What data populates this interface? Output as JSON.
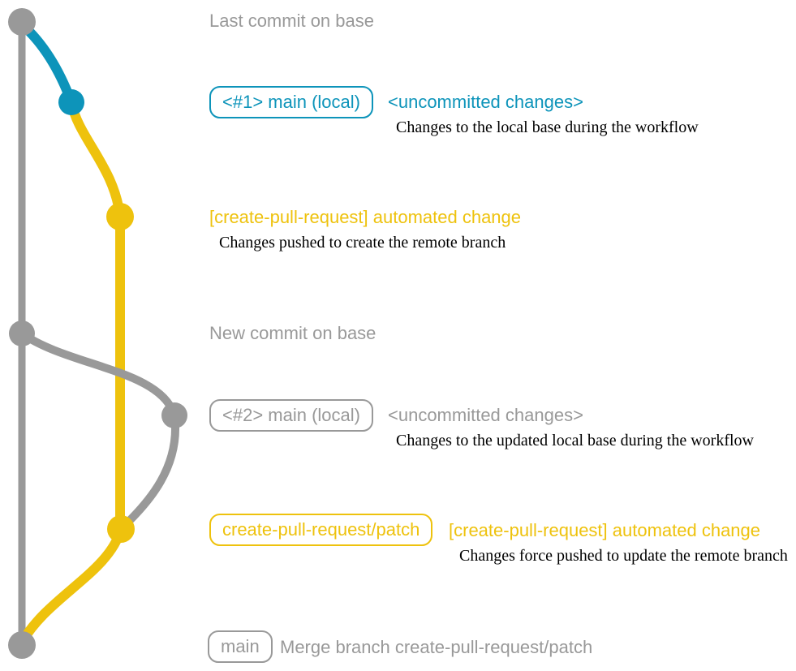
{
  "colors": {
    "gray": "#999999",
    "blue": "#0d94ba",
    "yellow": "#eec20d",
    "desc": "#000000",
    "bg": "#ffffff"
  },
  "graph": {
    "branches": [
      "base",
      "main (local)",
      "create-pull-request/patch"
    ],
    "commits": [
      {
        "name": "last-commit-on-base",
        "color": "gray"
      },
      {
        "name": "uncommitted-changes-1",
        "color": "blue"
      },
      {
        "name": "automated-change-1",
        "color": "yellow"
      },
      {
        "name": "new-commit-on-base",
        "color": "gray"
      },
      {
        "name": "uncommitted-changes-2",
        "color": "gray"
      },
      {
        "name": "automated-change-2",
        "color": "yellow"
      },
      {
        "name": "merge-commit",
        "color": "gray"
      }
    ]
  },
  "rows": {
    "last_commit": {
      "label": "Last commit on base"
    },
    "local_main_1": {
      "badge": "<#1> main (local)",
      "heading": "<uncommitted changes>",
      "description": "Changes to the local base during the workflow"
    },
    "automated_change_1": {
      "heading": "[create-pull-request] automated change",
      "description": "Changes pushed to create the remote branch"
    },
    "new_commit": {
      "label": "New commit on base"
    },
    "local_main_2": {
      "badge": "<#2> main (local)",
      "heading": "<uncommitted changes>",
      "description": "Changes to the updated local base during the workflow"
    },
    "automated_change_2": {
      "badge": "create-pull-request/patch",
      "heading": "[create-pull-request] automated change",
      "description": "Changes force pushed to update the remote branch"
    },
    "merge": {
      "badge": "main",
      "label": "Merge branch create-pull-request/patch"
    }
  }
}
